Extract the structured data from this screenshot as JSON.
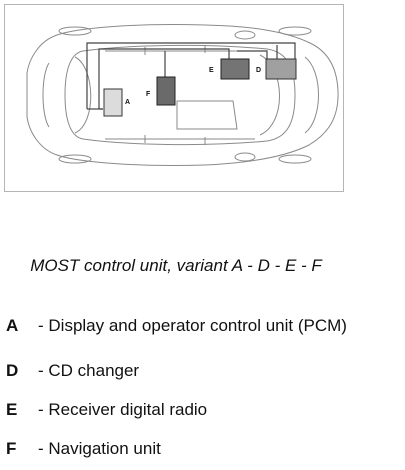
{
  "figure": {
    "labels": {
      "A": "A",
      "D": "D",
      "E": "E",
      "F": "F"
    },
    "colors": {
      "unit_A": "#dcdcdc",
      "unit_D": "#a0a0a0",
      "unit_E": "#747474",
      "unit_F": "#6a6a6a",
      "body_outline": "#8a8a8a",
      "wiring": "#444444"
    }
  },
  "caption": "MOST control unit, variant A - D - E - F",
  "legend": [
    {
      "letter": "A",
      "text": "- Display and operator control unit (PCM)"
    },
    {
      "letter": "D",
      "text": "- CD changer"
    },
    {
      "letter": "E",
      "text": "- Receiver digital radio"
    },
    {
      "letter": "F",
      "text": "- Navigation unit"
    }
  ]
}
